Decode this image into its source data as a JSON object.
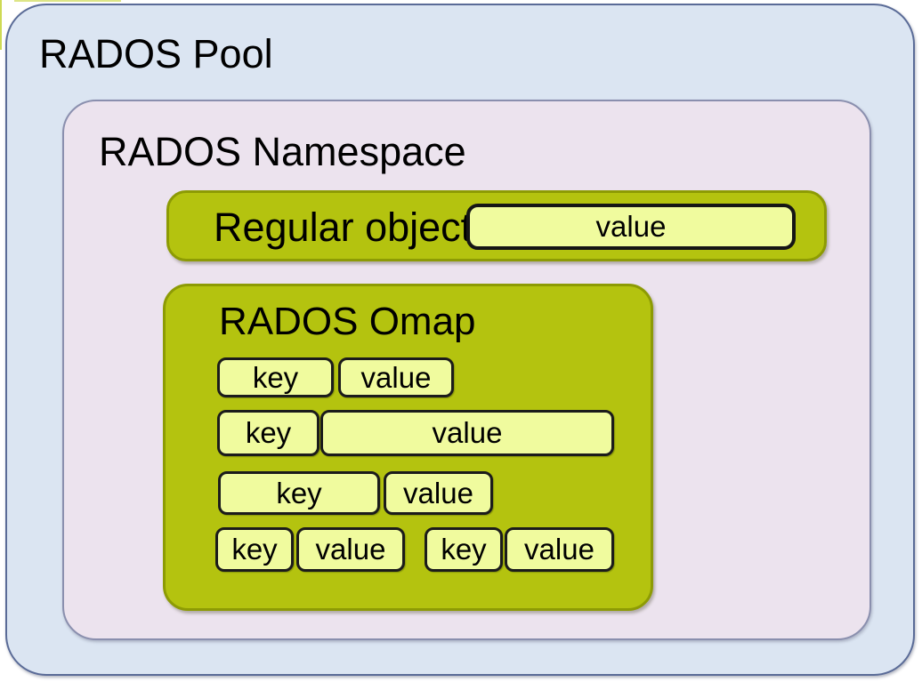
{
  "pool": {
    "label": "RADOS Pool"
  },
  "namespace": {
    "label": "RADOS Namespace"
  },
  "regular_object": {
    "label": "Regular object",
    "value": "value"
  },
  "omap": {
    "label": "RADOS Omap",
    "rows": [
      [
        "key",
        "value"
      ],
      [
        "key",
        "value"
      ],
      [
        "key",
        "value"
      ],
      [
        "key",
        "value",
        "key",
        "value"
      ]
    ]
  },
  "colors": {
    "pool_fill": "#dbe5f2",
    "pool_border": "#5a6b97",
    "namespace_fill": "#ece3ee",
    "namespace_border": "#8a8fae",
    "olive_fill": "#b4c30f",
    "olive_border": "#8d9b04",
    "kv_fill": "#f0fb9e",
    "kv_border": "#1b1b1b",
    "text": "#000000"
  }
}
